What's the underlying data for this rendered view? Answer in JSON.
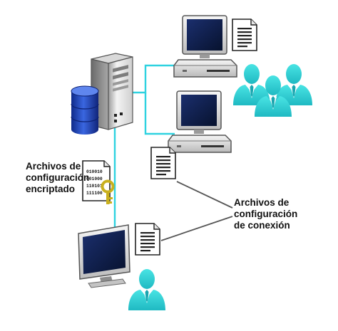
{
  "labels": {
    "encrypted_config": "Archivos de\nconfiguración\nencriptado",
    "connection_config": "Archivos de\nconfiguración\nde conexión"
  },
  "binary_lines": [
    "010010",
    "001000",
    "110101",
    "111100"
  ],
  "icons": [
    "server-icon",
    "database-icon",
    "workstation-icon",
    "monitor-icon",
    "document-icon",
    "key-icon",
    "user-group-icon",
    "user-icon"
  ],
  "colors": {
    "link": "#2ed2e0",
    "person": "#2fd3d3",
    "screen": "#0c1c4c",
    "database": "#1f3fb3",
    "key": "#c9b01e",
    "connector": "#555555"
  }
}
